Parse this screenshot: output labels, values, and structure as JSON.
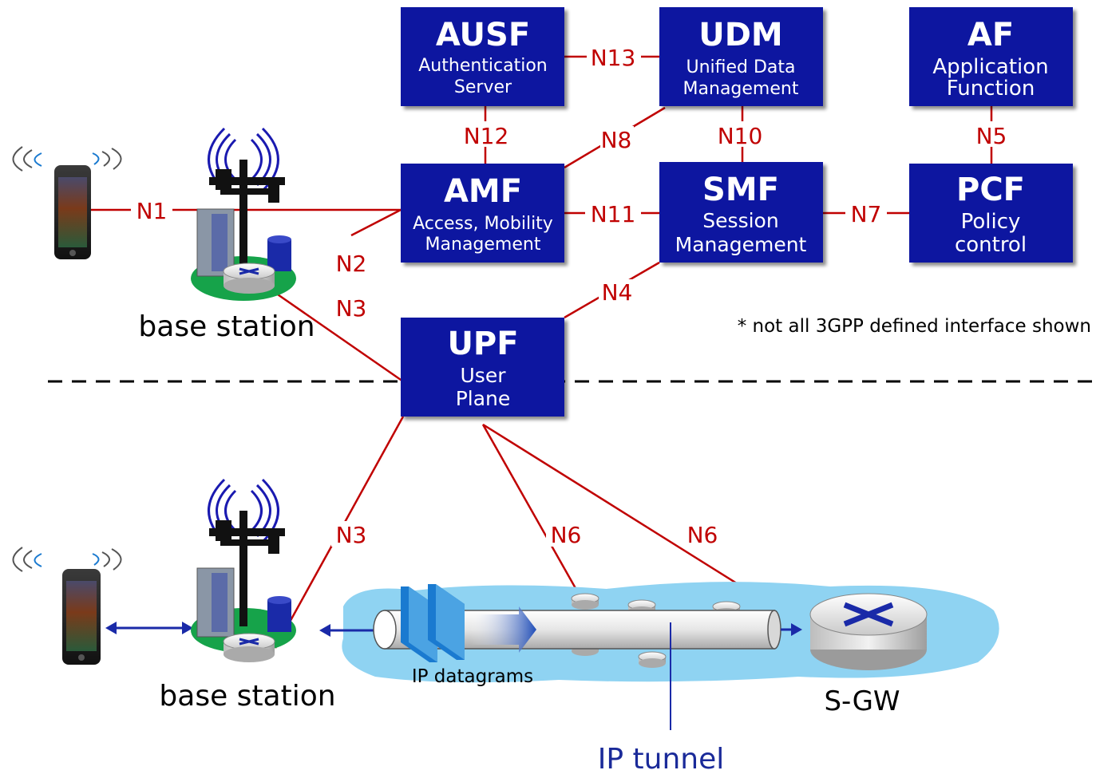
{
  "functions": {
    "ausf": {
      "name": "AUSF",
      "desc1": "Authentication",
      "desc2": "Server"
    },
    "udm": {
      "name": "UDM",
      "desc1": "Unified Data",
      "desc2": "Management"
    },
    "af": {
      "name": "AF",
      "desc1": "Application",
      "desc2": "Function"
    },
    "amf": {
      "name": "AMF",
      "desc1": "Access, Mobility",
      "desc2": "Management"
    },
    "smf": {
      "name": "SMF",
      "desc1": "Session",
      "desc2": "Management"
    },
    "pcf": {
      "name": "PCF",
      "desc1": "Policy",
      "desc2": "control"
    },
    "upf": {
      "name": "UPF",
      "desc1": "User",
      "desc2": "Plane"
    }
  },
  "interfaces": {
    "n1": "N1",
    "n2": "N2",
    "n3_top": "N3",
    "n3_bottom": "N3",
    "n4": "N4",
    "n5": "N5",
    "n6_left": "N6",
    "n6_right": "N6",
    "n7": "N7",
    "n8": "N8",
    "n10": "N10",
    "n11": "N11",
    "n12": "N12",
    "n13": "N13"
  },
  "labels": {
    "base_station_top": "base station",
    "base_station_bottom": "base station",
    "note": "* not all 3GPP defined interface shown",
    "ip_datagrams": "IP datagrams",
    "sgw": "S-GW",
    "ip_tunnel": "IP tunnel"
  },
  "colors": {
    "box_fill": "#0a12a0",
    "interface_line": "#c00000",
    "tunnel_label": "#1a2a99",
    "cloud": "#8fd3f2",
    "base_pad": "#16a34a"
  }
}
